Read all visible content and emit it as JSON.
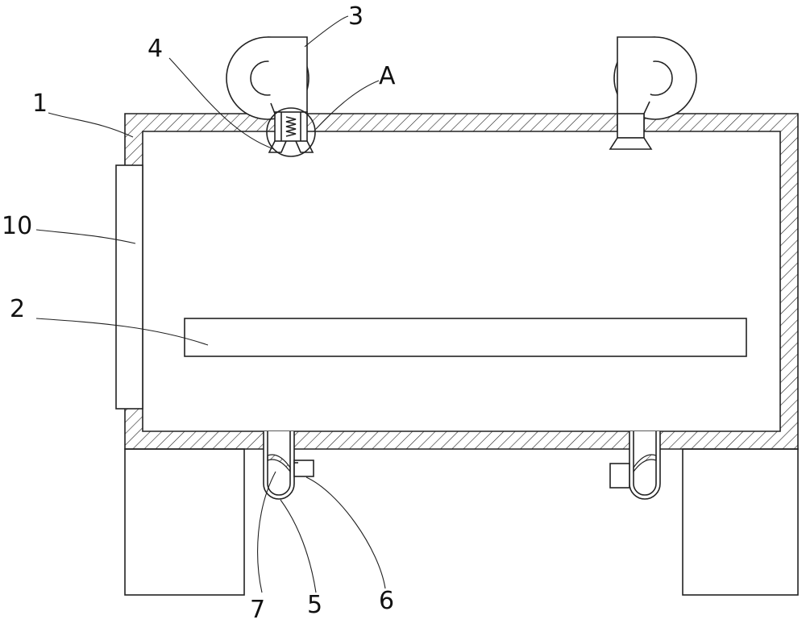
{
  "labels": {
    "casing": "1",
    "plate": "2",
    "fan": "3",
    "valve": "4",
    "drain_pipe": "5",
    "drain_box": "6",
    "filter_mesh": "7",
    "door": "10",
    "detail_mark": "A"
  },
  "colors": {
    "line": "#222222",
    "background": "#ffffff"
  }
}
